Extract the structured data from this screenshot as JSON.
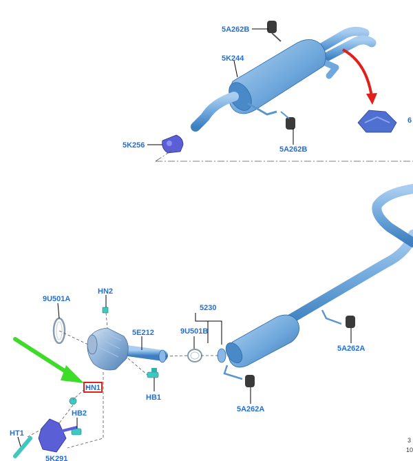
{
  "colors": {
    "part_blue": "#6fa8dc",
    "part_blue_dark": "#3d7fc0",
    "label_blue": "#1e6fd9",
    "highlight_red": "#e0201b",
    "arrow_green": "#3ddc2a",
    "rubber": "#3a3a3a",
    "mount_purple": "#5b5fd6",
    "clip_teal": "#3fc7c0"
  },
  "labels": {
    "l5A262B_top": "5A262B",
    "l5K244": "5K244",
    "l5K256": "5K256",
    "l5A262B_mid": "5A262B",
    "l6_partial": "6",
    "l9U501A": "9U501A",
    "lHN2": "HN2",
    "l5E212": "5E212",
    "l5230": "5230",
    "l9U501B": "9U501B",
    "l5A262A_right": "5A262A",
    "lHN1": "HN1",
    "lHB1": "HB1",
    "lHB2": "HB2",
    "lHT1": "HT1",
    "l5A262A_bottom": "5A262A",
    "lBottomPartial": "5K291"
  },
  "corner_text": {
    "line1": "3",
    "line2": "10"
  }
}
